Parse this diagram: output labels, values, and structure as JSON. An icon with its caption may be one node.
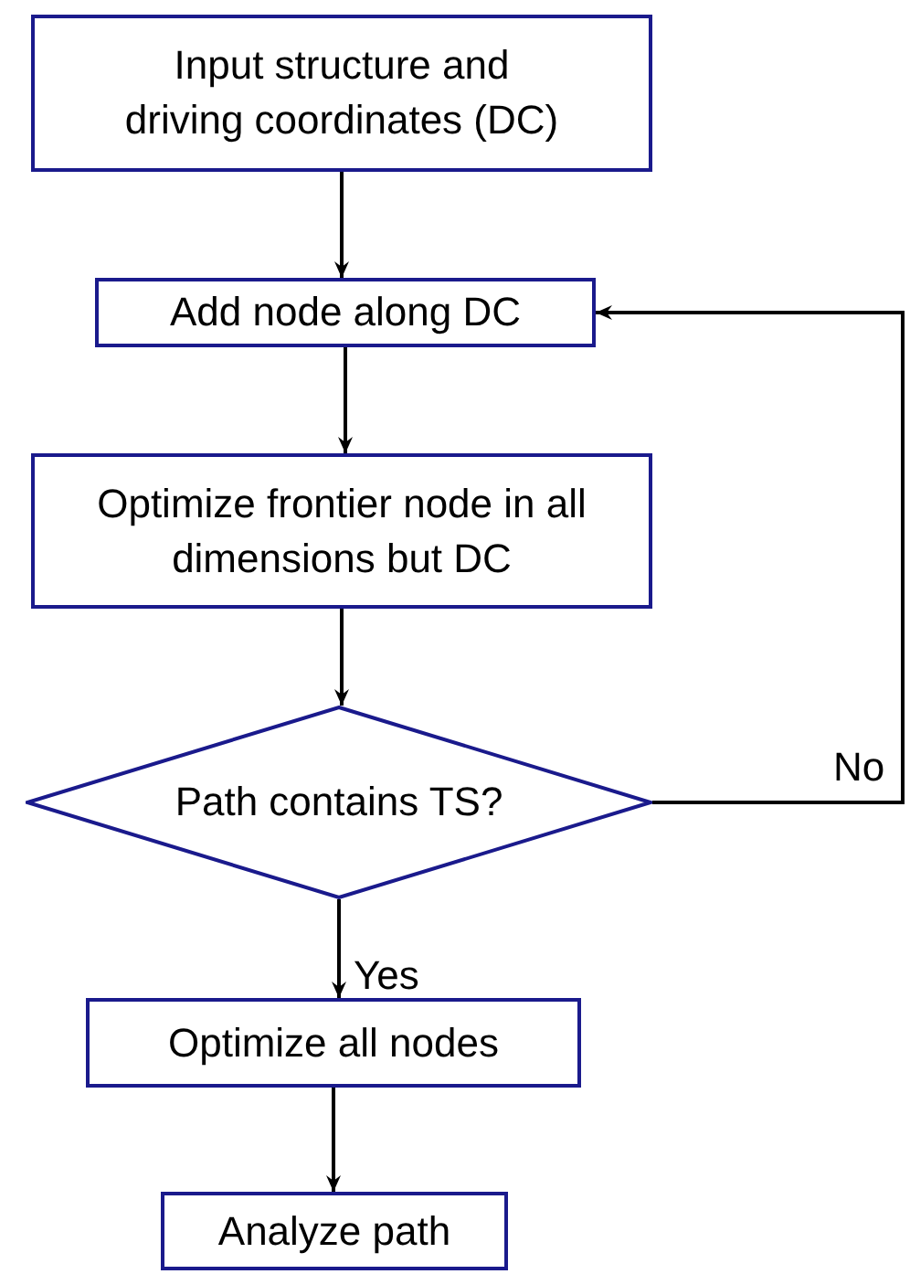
{
  "diagram": {
    "nodes": [
      {
        "text": [
          "Input structure and driving coordinates (DC)"
        ]
      },
      {
        "text": [
          "Add node along DC"
        ]
      },
      {
        "text": [
          "Optimize frontier node in all dimensions but DC"
        ]
      },
      {
        "text": [
          "Path contains TS?"
        ]
      },
      {
        "text": [
          "Optimize all nodes"
        ]
      },
      {
        "text": [
          "Analyze path"
        ]
      }
    ],
    "edges": [
      {
        "from": 0,
        "to": 1,
        "arrow": "to"
      },
      {
        "from": 1,
        "to": 2,
        "arrow": "to"
      },
      {
        "from": 2,
        "to": 3,
        "arrow": "to"
      },
      {
        "from": 3,
        "to": 4,
        "arrow": "to",
        "label": "Yes"
      },
      {
        "from": 4,
        "to": 5,
        "arrow": "to"
      },
      {
        "from": 3,
        "to": 1,
        "arrow": "to",
        "label": "No"
      }
    ]
  }
}
